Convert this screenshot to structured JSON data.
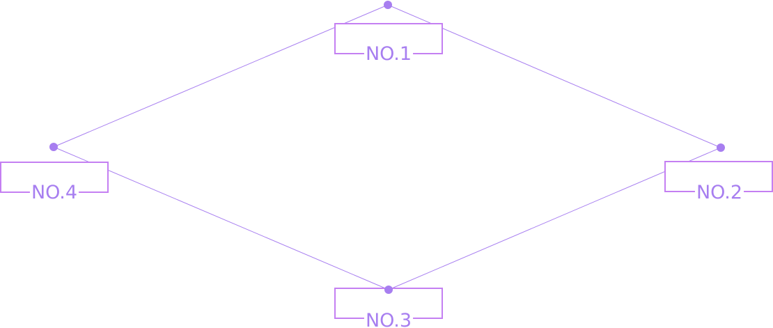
{
  "diagram": {
    "type": "rhombus-network",
    "colors": {
      "line": "#a77ef0",
      "dot": "#a77ef0",
      "box_border": "#c47ff2",
      "text": "#a77ef0",
      "background": "#ffffff"
    },
    "nodes": [
      {
        "id": "n1",
        "label": "NO.1"
      },
      {
        "id": "n2",
        "label": "NO.2"
      },
      {
        "id": "n3",
        "label": "NO.3"
      },
      {
        "id": "n4",
        "label": "NO.4"
      }
    ],
    "edges": [
      [
        "n1",
        "n2"
      ],
      [
        "n2",
        "n3"
      ],
      [
        "n3",
        "n4"
      ],
      [
        "n4",
        "n1"
      ]
    ]
  }
}
